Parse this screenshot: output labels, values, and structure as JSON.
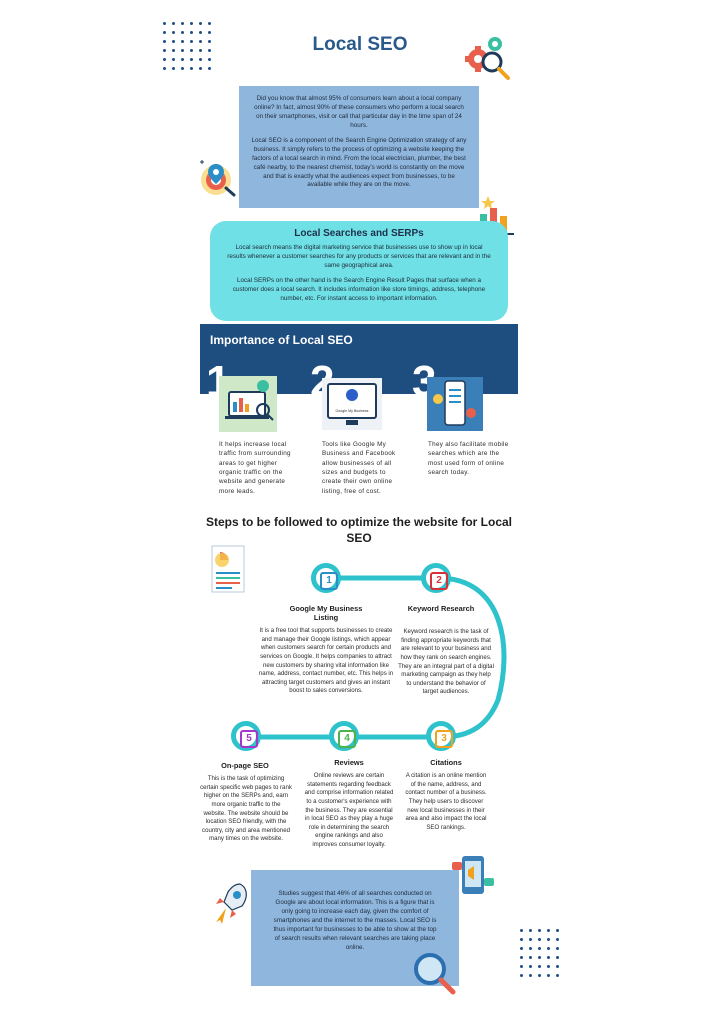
{
  "title": "Local SEO",
  "intro": {
    "p1": "Did you know that almost 95% of consumers learn about a local company online? In fact, almost 90% of these consumers who perform a local search on their smartphones, visit or call that particular day in the time span of 24 hours.",
    "p2": "Local SEO is a component of the Search Engine Optimization strategy of any business. It simply refers to the process of optimizing a website keeping the factors of a local search in mind. From the local electrician, plumber, the best café nearby, to the nearest chemist, today's world is constantly on the move and that is exactly what the audiences expect from businesses, to be available while they are on the move."
  },
  "serps": {
    "heading": "Local Searches and SERPs",
    "p1": "Local search means the digital marketing service that businesses use to show up in local results whenever a customer searches for any products or services that are relevant and in the same geographical area.",
    "p2": "Local SERPs on the other hand is the Search Engine Result Pages that surface when a customer does a local search. It includes information like store timings, address, telephone number, etc. For instant access to important information."
  },
  "importance": {
    "heading": "Importance of Local SEO",
    "items": [
      {
        "number": "1",
        "text": "It helps increase local traffic from surrounding areas to get higher organic traffic on the website and generate more leads."
      },
      {
        "number": "2",
        "text": "Tools like Google My Business and Facebook allow businesses of all sizes and budgets to create their own online listing, free of cost.",
        "image_label": "Google My Business"
      },
      {
        "number": "3",
        "text": "They also facilitate mobile searches which are the most used form of online search today."
      }
    ]
  },
  "steps": {
    "heading": "Steps to be followed to optimize the website for Local SEO",
    "items": [
      {
        "number": "1",
        "title": "Google My Business Listing",
        "text": "It is a free tool that supports businesses to create and manage their Google listings, which appear when customers search for certain products and services on Google. It helps companies to attract new customers by sharing vital information like name, address, contact number, etc. This helps in attracting target customers and gives an instant boost to sales conversions.",
        "color": "#2b8fc7"
      },
      {
        "number": "2",
        "title": "Keyword Research",
        "text": "Keyword research is the task of finding appropriate keywords that are relevant to your business and how they rank on search engines. They are an integral part of a digital marketing campaign as they help to understand the behavior of target audiences.",
        "color": "#d6303a"
      },
      {
        "number": "3",
        "title": "Citations",
        "text": "A citation is an online mention of the name, address, and contact number of a business. They help users to discover new local businesses in their area and also impact the local SEO rankings.",
        "color": "#f0a21f"
      },
      {
        "number": "4",
        "title": "Reviews",
        "text": "Online reviews are certain statements regarding feedback and comprise information related to a customer's experience with the business. They are essential in local SEO as they play a huge role in determining the search engine rankings and also improves consumer loyalty.",
        "color": "#4bb34a"
      },
      {
        "number": "5",
        "title": "On-page SEO",
        "text": "This is the task of optimizing certain specific web pages to rank higher on the SERPs and, earn more organic traffic to the website. The website should be location SEO friendly, with the country, city and area mentioned many times on the website.",
        "color": "#a437c9"
      }
    ]
  },
  "final": {
    "text": "Studies suggest that 46% of all searches conducted on Google are about local information. This is a figure that is only going to increase each day, given the comfort of smartphones and the internet to the masses. Local SEO is thus important for businesses to be able to show at the top of search results when relevant searches are taking place online."
  },
  "colors": {
    "navy": "#1e4d80",
    "light_blue": "#8fb6dd",
    "cyan": "#6fe0e5",
    "teal_path": "#2ec3cc"
  },
  "icons": [
    "gear-magnifier-icon",
    "location-target-icon",
    "bar-chart-star-icon",
    "laptop-analytics-icon",
    "google-my-business-icon",
    "mobile-search-icon",
    "document-chart-icon",
    "phone-megaphone-icon",
    "rocket-icon",
    "magnifier-icon"
  ]
}
